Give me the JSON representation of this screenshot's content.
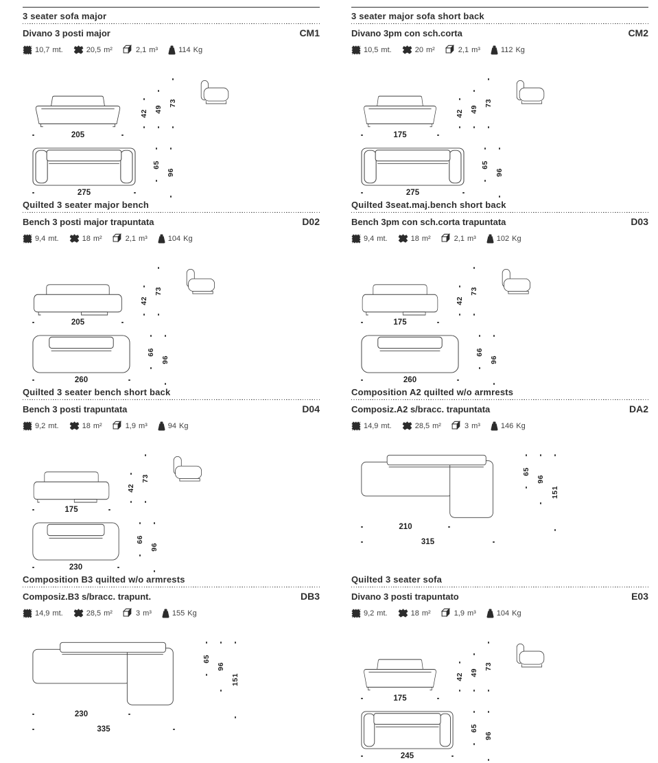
{
  "page": {
    "background": "#ffffff",
    "text_color": "#2e2e2e",
    "line_color": "#3a3a3a"
  },
  "icons": {
    "fabric": "fabric-meters-icon",
    "leather": "leather-area-icon",
    "volume": "volume-cube-icon",
    "weight": "weight-kg-icon"
  },
  "products": [
    {
      "title_en": "3 seater sofa major",
      "title_it": "Divano 3 posti major",
      "code": "CM1",
      "specs": [
        {
          "icon": "fabric-meters-icon",
          "value": "10,7",
          "unit": "mt."
        },
        {
          "icon": "leather-area-icon",
          "value": "20,5",
          "unit": "m²"
        },
        {
          "icon": "volume-cube-icon",
          "value": "2,1",
          "unit": "m³"
        },
        {
          "icon": "weight-kg-icon",
          "value": "114",
          "unit": "Kg"
        }
      ],
      "drawing": {
        "type": "sofa",
        "front_width": "205",
        "top_width": "275",
        "front_heights": [
          "42",
          "49",
          "73"
        ],
        "top_depths": [
          "65",
          "96"
        ]
      }
    },
    {
      "title_en": "3 seater major sofa short back",
      "title_it": "Divano 3pm con sch.corta",
      "code": "CM2",
      "specs": [
        {
          "icon": "fabric-meters-icon",
          "value": "10,5",
          "unit": "mt."
        },
        {
          "icon": "leather-area-icon",
          "value": "20",
          "unit": "m²"
        },
        {
          "icon": "volume-cube-icon",
          "value": "2,1",
          "unit": "m³"
        },
        {
          "icon": "weight-kg-icon",
          "value": "112",
          "unit": "Kg"
        }
      ],
      "drawing": {
        "type": "sofa",
        "front_width": "175",
        "top_width": "275",
        "front_heights": [
          "42",
          "49",
          "73"
        ],
        "top_depths": [
          "65",
          "96"
        ]
      }
    },
    {
      "title_en": "Quilted 3 seater major bench",
      "title_it": "Bench 3 posti major trapuntata",
      "code": "D02",
      "specs": [
        {
          "icon": "fabric-meters-icon",
          "value": "9,4",
          "unit": "mt."
        },
        {
          "icon": "leather-area-icon",
          "value": "18",
          "unit": "m²"
        },
        {
          "icon": "volume-cube-icon",
          "value": "2,1",
          "unit": "m³"
        },
        {
          "icon": "weight-kg-icon",
          "value": "104",
          "unit": "Kg"
        }
      ],
      "drawing": {
        "type": "bench",
        "front_width": "205",
        "top_width": "260",
        "front_heights": [
          "42",
          "73"
        ],
        "top_depths": [
          "66",
          "96"
        ]
      }
    },
    {
      "title_en": "Quilted 3seat.maj.bench short back",
      "title_it": "Bench 3pm con sch.corta trapuntata",
      "code": "D03",
      "specs": [
        {
          "icon": "fabric-meters-icon",
          "value": "9,4",
          "unit": "mt."
        },
        {
          "icon": "leather-area-icon",
          "value": "18",
          "unit": "m²"
        },
        {
          "icon": "volume-cube-icon",
          "value": "2,1",
          "unit": "m³"
        },
        {
          "icon": "weight-kg-icon",
          "value": "102",
          "unit": "Kg"
        }
      ],
      "drawing": {
        "type": "bench",
        "front_width": "175",
        "top_width": "260",
        "front_heights": [
          "42",
          "73"
        ],
        "top_depths": [
          "66",
          "96"
        ]
      }
    },
    {
      "title_en": "Quilted 3 seater bench short back",
      "title_it": "Bench 3 posti trapuntata",
      "code": "D04",
      "specs": [
        {
          "icon": "fabric-meters-icon",
          "value": "9,2",
          "unit": "mt."
        },
        {
          "icon": "leather-area-icon",
          "value": "18",
          "unit": "m²"
        },
        {
          "icon": "volume-cube-icon",
          "value": "1,9",
          "unit": "m³"
        },
        {
          "icon": "weight-kg-icon",
          "value": "94",
          "unit": "Kg"
        }
      ],
      "drawing": {
        "type": "bench",
        "front_width": "175",
        "top_width": "230",
        "front_heights": [
          "42",
          "73"
        ],
        "top_depths": [
          "66",
          "96"
        ]
      }
    },
    {
      "title_en": "Composition A2 quilted w/o armrests",
      "title_it": "Composiz.A2 s/bracc. trapuntata",
      "code": "DA2",
      "specs": [
        {
          "icon": "fabric-meters-icon",
          "value": "14,9",
          "unit": "mt."
        },
        {
          "icon": "leather-area-icon",
          "value": "28,5",
          "unit": "m²"
        },
        {
          "icon": "volume-cube-icon",
          "value": "3",
          "unit": "m³"
        },
        {
          "icon": "weight-kg-icon",
          "value": "146",
          "unit": "Kg"
        }
      ],
      "drawing": {
        "type": "composition",
        "seat_width": "210",
        "total_width": "315",
        "top_depths": [
          "65",
          "96",
          "151"
        ]
      }
    },
    {
      "title_en": "Composition B3 quilted w/o armrests",
      "title_it": "Composiz.B3 s/bracc. trapunt.",
      "code": "DB3",
      "specs": [
        {
          "icon": "fabric-meters-icon",
          "value": "14,9",
          "unit": "mt."
        },
        {
          "icon": "leather-area-icon",
          "value": "28,5",
          "unit": "m²"
        },
        {
          "icon": "volume-cube-icon",
          "value": "3",
          "unit": "m³"
        },
        {
          "icon": "weight-kg-icon",
          "value": "155",
          "unit": "Kg"
        }
      ],
      "drawing": {
        "type": "composition",
        "seat_width": "230",
        "total_width": "335",
        "top_depths": [
          "65",
          "96",
          "151"
        ]
      }
    },
    {
      "title_en": "Quilted 3 seater sofa",
      "title_it": "Divano 3 posti trapuntato",
      "code": "E03",
      "specs": [
        {
          "icon": "fabric-meters-icon",
          "value": "9,2",
          "unit": "mt."
        },
        {
          "icon": "leather-area-icon",
          "value": "18",
          "unit": "m²"
        },
        {
          "icon": "volume-cube-icon",
          "value": "1,9",
          "unit": "m³"
        },
        {
          "icon": "weight-kg-icon",
          "value": "104",
          "unit": "Kg"
        }
      ],
      "drawing": {
        "type": "sofa",
        "front_width": "175",
        "top_width": "245",
        "front_heights": [
          "42",
          "49",
          "73"
        ],
        "top_depths": [
          "65",
          "96"
        ]
      }
    }
  ]
}
